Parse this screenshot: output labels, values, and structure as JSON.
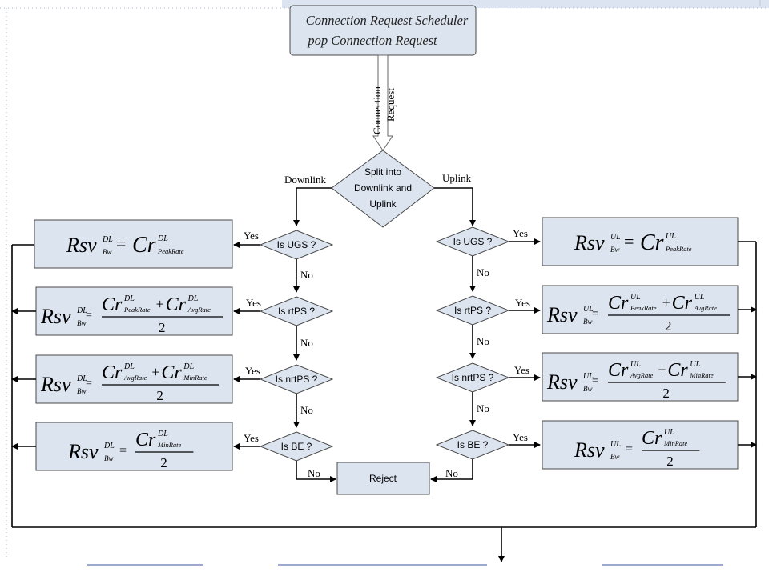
{
  "title": {
    "line1": "Connection Request Scheduler",
    "line2": "pop Connection Request"
  },
  "arrow_label": {
    "line1": "Connection",
    "line2": "Request"
  },
  "split": {
    "lines": [
      "Split into",
      "Downlink and",
      "Uplink"
    ],
    "left_label": "Downlink",
    "right_label": "Uplink"
  },
  "decisions": [
    "Is UGS ?",
    "Is rtPS ?",
    "Is nrtPS ?",
    "Is BE ?"
  ],
  "yes_label": "Yes",
  "no_label": "No",
  "reject_label": "Reject",
  "formula": {
    "lhs": "Rsv",
    "lhs_sub": "Bw",
    "cr": "Cr",
    "two": "2",
    "equals": "=",
    "plus": "+"
  },
  "downlink": {
    "sup": "DL",
    "rows": [
      {
        "type": "single",
        "sub": "PeakRate"
      },
      {
        "type": "frac",
        "subs": [
          "PeakRate",
          "AvgRate"
        ]
      },
      {
        "type": "frac",
        "subs": [
          "AvgRate",
          "MinRate"
        ]
      },
      {
        "type": "frac1",
        "sub": "MinRate"
      }
    ]
  },
  "uplink": {
    "sup": "UL",
    "rows": [
      {
        "type": "single",
        "sub": "PeakRate"
      },
      {
        "type": "frac",
        "subs": [
          "PeakRate",
          "AvgRate"
        ]
      },
      {
        "type": "frac",
        "subs": [
          "AvgRate",
          "MinRate"
        ]
      },
      {
        "type": "frac1",
        "sub": "MinRate"
      }
    ]
  }
}
